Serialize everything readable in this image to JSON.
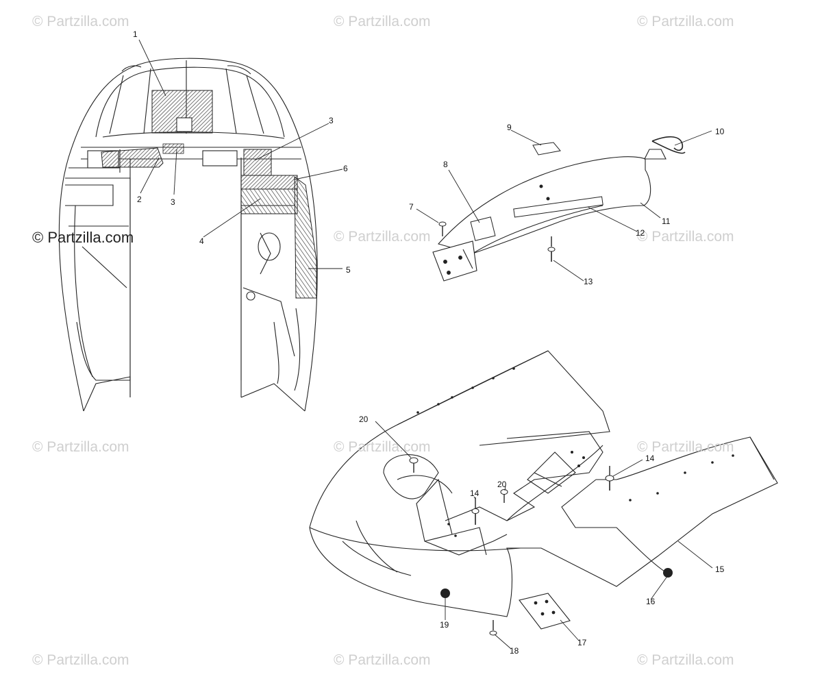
{
  "watermarks": [
    "© Partzilla.com",
    "© Partzilla.com",
    "© Partzilla.com",
    "© Partzilla.com",
    "© Partzilla.com",
    "© Partzilla.com",
    "© Partzilla.com",
    "© Partzilla.com",
    "© Partzilla.com",
    "© Partzilla.com",
    "© Partzilla.com",
    "© Partzilla.com"
  ],
  "callouts": [
    "1",
    "2",
    "3",
    "3",
    "4",
    "5",
    "6",
    "7",
    "8",
    "9",
    "10",
    "11",
    "12",
    "13",
    "14",
    "14",
    "15",
    "16",
    "17",
    "18",
    "19",
    "20",
    "20"
  ],
  "colors": {
    "line": "#222222",
    "hatch": "#555555",
    "watermark": "#cfcfcf"
  }
}
